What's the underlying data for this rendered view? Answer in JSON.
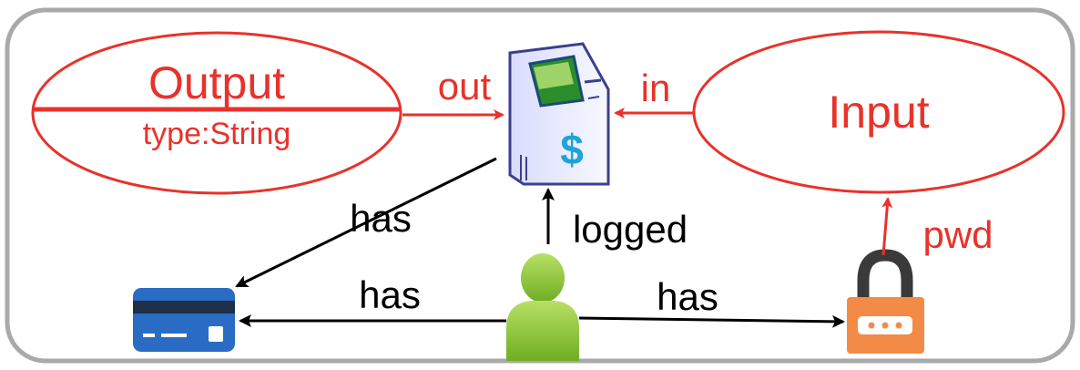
{
  "nodes": {
    "output": {
      "title": "Output",
      "subtitle": "type:String"
    },
    "input": {
      "title": "Input"
    }
  },
  "edges": {
    "out": "out",
    "in": "in",
    "atm_has_card": "has",
    "logged": "logged",
    "pwd": "pwd",
    "user_has_card": "has",
    "user_has_lock": "has"
  },
  "colors": {
    "red": "#e8322b",
    "black": "#000000",
    "frame": "#a9a9a9",
    "card_blue": "#2a6cc4",
    "lock_orange": "#f38b47",
    "user_green": "#8cc63e"
  },
  "icons": {
    "atm": "atm-icon",
    "card": "credit-card-icon",
    "user": "user-icon",
    "lock": "lock-icon"
  }
}
